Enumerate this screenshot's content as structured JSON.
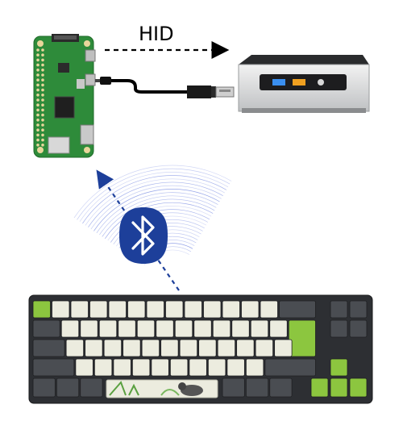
{
  "diagram": {
    "link_label": "HID",
    "nodes": [
      {
        "id": "pi-zero-w",
        "icon": "raspberry-pi-zero-board-icon"
      },
      {
        "id": "mini-pc",
        "icon": "intel-nuc-mini-pc-icon"
      },
      {
        "id": "keyboard",
        "icon": "mechanical-keyboard-icon"
      }
    ],
    "connections": [
      {
        "from": "pi-zero-w",
        "to": "mini-pc",
        "style": "dashed-arrow",
        "label_key": "link_label"
      },
      {
        "from": "pi-zero-w",
        "to": "mini-pc",
        "style": "usb-cable"
      },
      {
        "from": "keyboard",
        "to": "pi-zero-w",
        "style": "dashed-arrow-wireless",
        "icon": "bluetooth-icon"
      }
    ],
    "colors": {
      "pcb_green": "#2e8b3a",
      "bluetooth_blue": "#1d3f9a",
      "wave_blue": "#6f83e0",
      "key_green": "#8cc63f",
      "key_cream": "#ececdf",
      "key_dark": "#4a4d52",
      "case_dark": "#2d2f33",
      "nuc_silver": "#d9dadb",
      "nuc_black": "#1d1d1f"
    }
  }
}
